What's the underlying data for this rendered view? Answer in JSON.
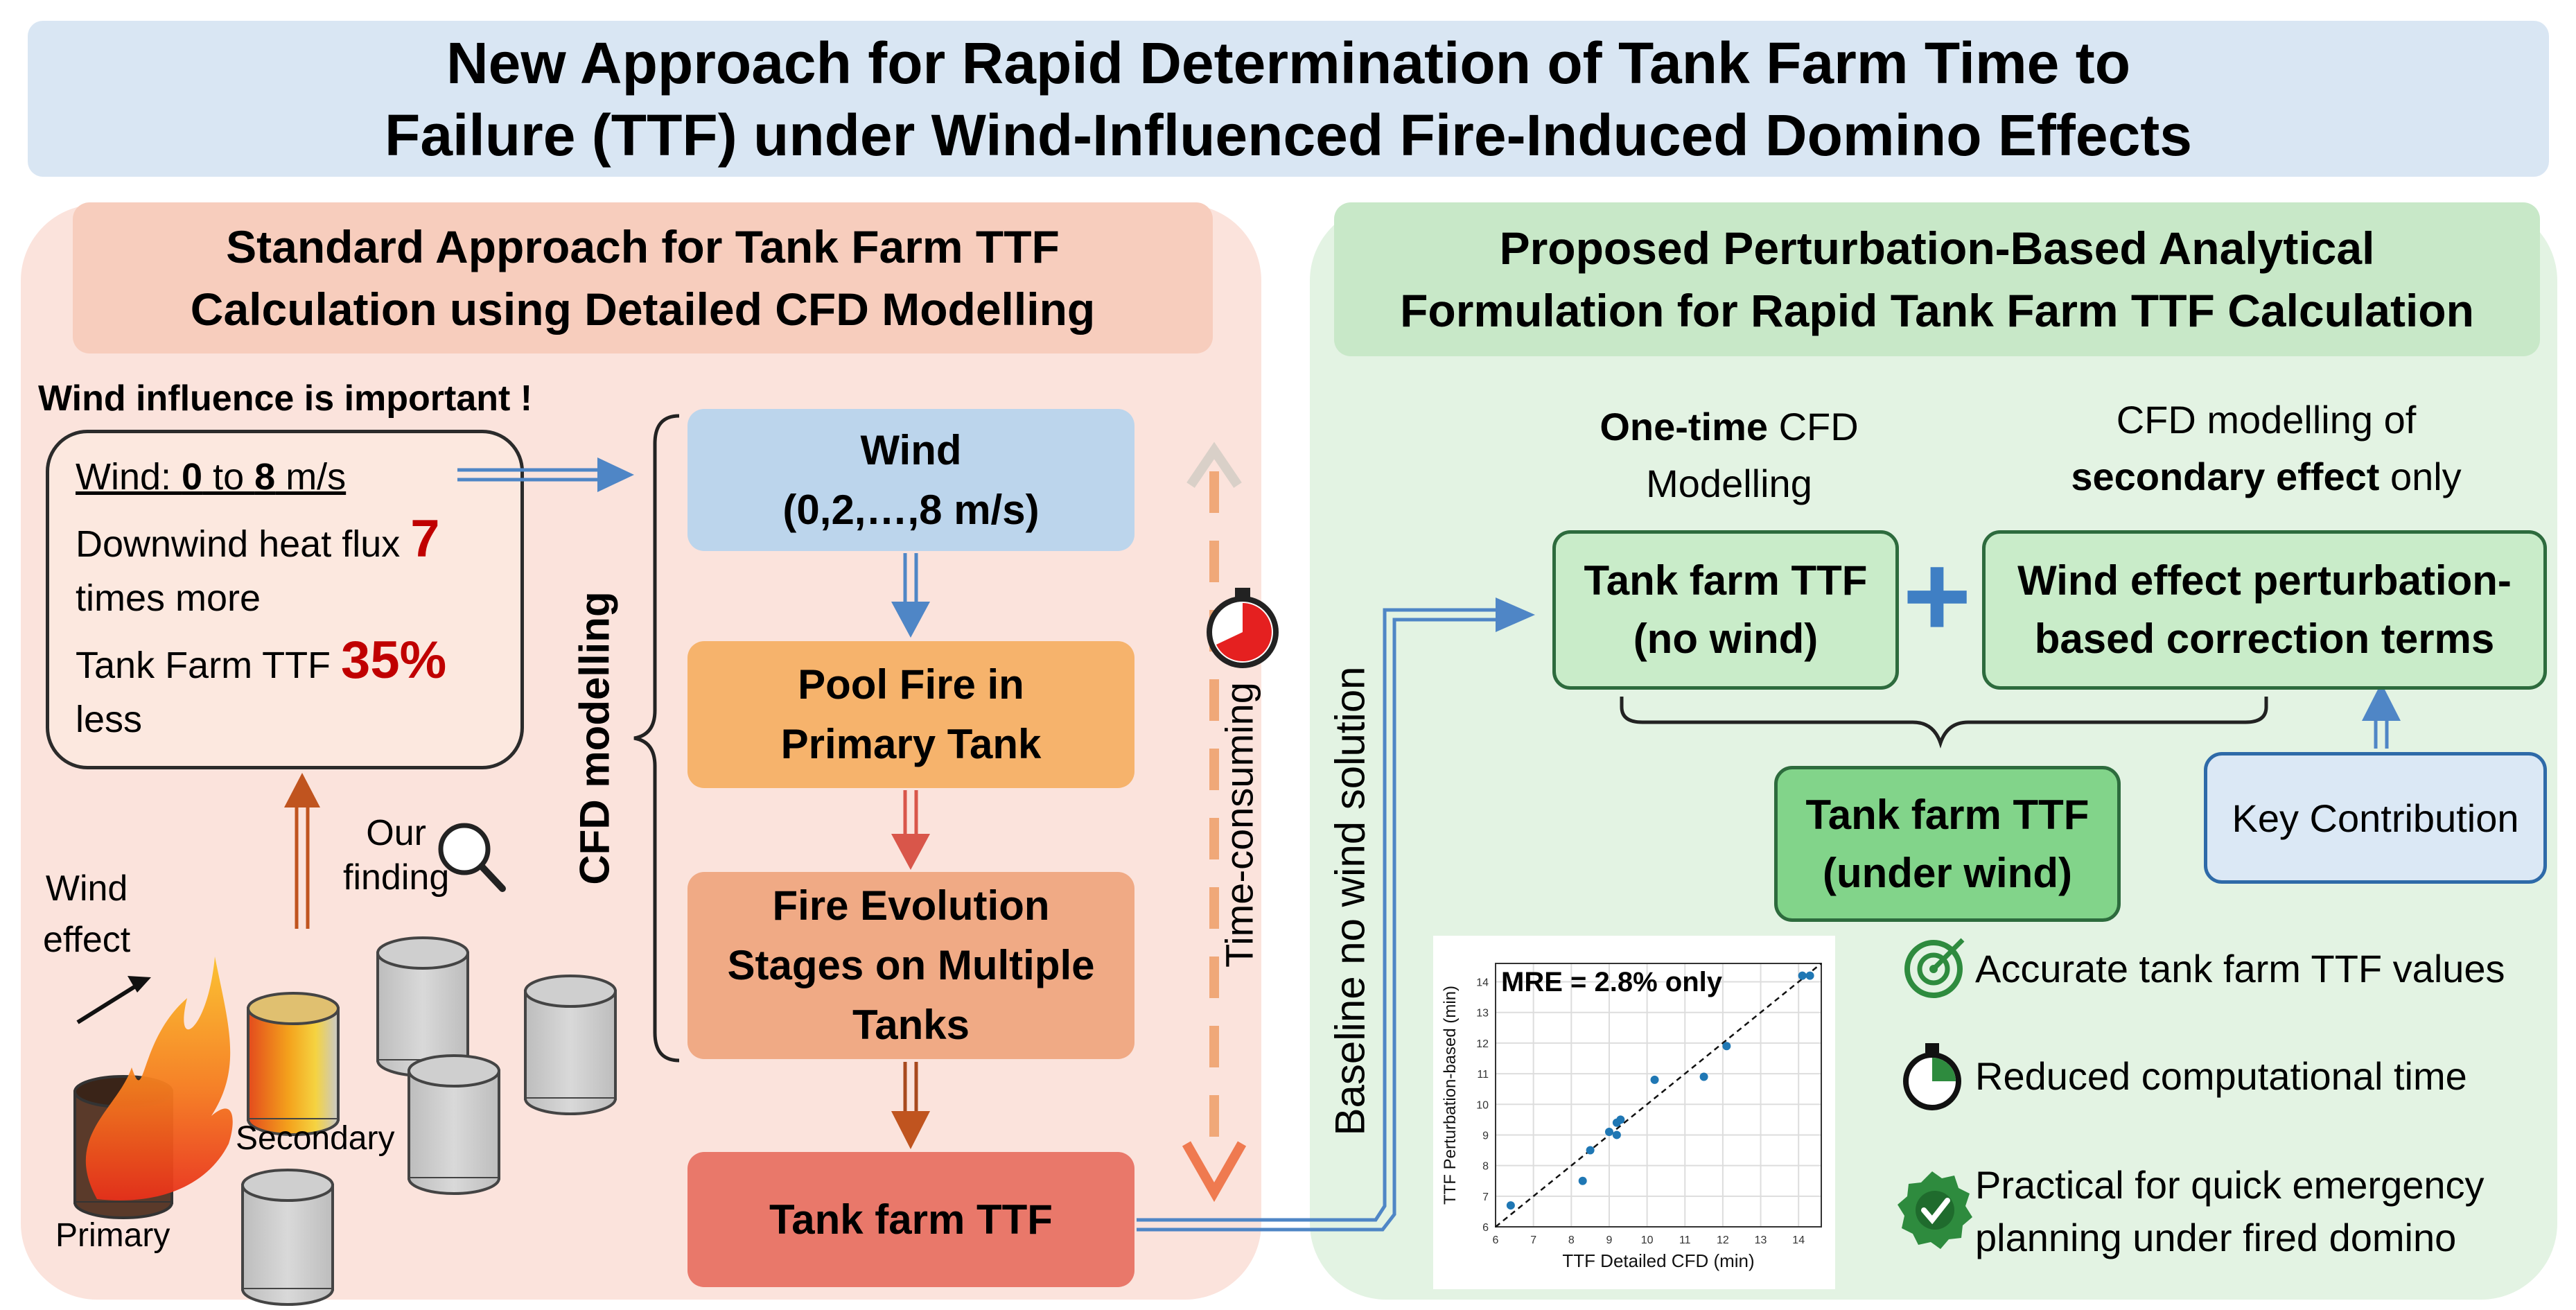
{
  "title": {
    "line1": "New Approach for Rapid Determination of Tank Farm Time to",
    "line2": "Failure (TTF) under Wind-Influenced Fire-Induced Domino Effects"
  },
  "left": {
    "header_line1": "Standard Approach for Tank Farm TTF",
    "header_line2": "Calculation using Detailed CFD Modelling",
    "wind_influence": "Wind influence is important !",
    "info": {
      "wind_prefix": "Wind: ",
      "wind_from": "0",
      "wind_to_word": " to ",
      "wind_to": "8",
      "wind_unit": " m/s",
      "downwind_text": "Downwind heat flux ",
      "downwind_value": "7",
      "downwind_tail": "times more",
      "ttf_text": "Tank Farm TTF ",
      "ttf_value": "35%",
      "ttf_tail": "less"
    },
    "our_finding_1": "Our",
    "our_finding_2": "finding",
    "wind_effect_1": "Wind",
    "wind_effect_2": "effect",
    "label_secondary": "Secondary",
    "label_primary": "Primary",
    "cfd_modelling": "CFD modelling",
    "time_consuming": "Time-consuming",
    "flow": {
      "wind_1": "Wind",
      "wind_2": "(0,2,…,8 m/s)",
      "pool_1": "Pool Fire in",
      "pool_2": "Primary Tank",
      "fire_1": "Fire Evolution",
      "fire_2": "Stages on Multiple",
      "fire_3": "Tanks",
      "ttf": "Tank farm TTF"
    },
    "colors": {
      "wind": "#bcd5ec",
      "pool": "#f6b36c",
      "fire": "#f0aa85",
      "ttf": "#e9786a"
    }
  },
  "right": {
    "header_line1": "Proposed Perturbation-Based Analytical",
    "header_line2": "Formulation for Rapid Tank Farm TTF Calculation",
    "baseline": "Baseline no wind solution",
    "onetime_bold": "One-time",
    "onetime_rest": " CFD",
    "onetime_2": "Modelling",
    "secondary_1": "CFD modelling of",
    "secondary_bold": "secondary effect",
    "secondary_rest": " only",
    "box1_1": "Tank farm TTF",
    "box1_2": "(no wind)",
    "box2_1": "Wind effect perturbation-",
    "box2_2": "based correction terms",
    "plus": "+",
    "box3_1": "Tank farm TTF",
    "box3_2": "(under wind)",
    "key": "Key Contribution",
    "features": [
      {
        "icon": "target-icon",
        "text": "Accurate tank farm TTF values"
      },
      {
        "icon": "stopwatch-icon",
        "text": "Reduced computational time"
      },
      {
        "icon": "check-badge-icon",
        "text_1": "Practical for quick emergency",
        "text_2": "planning under fired domino"
      }
    ]
  },
  "chart_data": {
    "type": "scatter",
    "title": "MRE = 2.8% only",
    "xlabel": "TTF Detailed CFD (min)",
    "ylabel": "TTF Perturbation-based (min)",
    "xlim": [
      6,
      14.6
    ],
    "ylim": [
      6,
      14.6
    ],
    "xticks": [
      6,
      7,
      8,
      9,
      10,
      11,
      12,
      13,
      14
    ],
    "yticks": [
      6,
      7,
      8,
      9,
      10,
      11,
      12,
      13,
      14
    ],
    "grid": true,
    "reference_line": "y = x (dashed)",
    "point_color": "#1f77b4",
    "points": [
      {
        "x": 6.4,
        "y": 6.7
      },
      {
        "x": 8.3,
        "y": 7.5
      },
      {
        "x": 8.5,
        "y": 8.5
      },
      {
        "x": 9.0,
        "y": 9.1
      },
      {
        "x": 9.2,
        "y": 9.0
      },
      {
        "x": 9.2,
        "y": 9.4
      },
      {
        "x": 9.3,
        "y": 9.5
      },
      {
        "x": 10.2,
        "y": 10.8
      },
      {
        "x": 11.5,
        "y": 10.9
      },
      {
        "x": 12.1,
        "y": 11.9
      },
      {
        "x": 14.1,
        "y": 14.2
      },
      {
        "x": 14.3,
        "y": 14.2
      }
    ]
  }
}
